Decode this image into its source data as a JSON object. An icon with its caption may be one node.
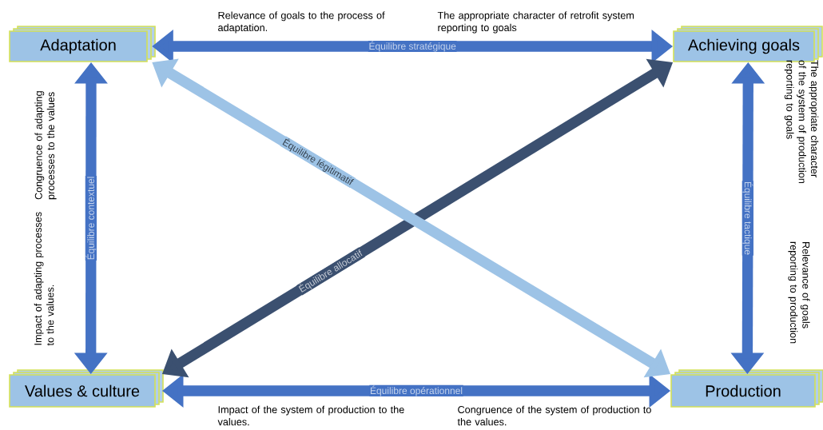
{
  "diagram": {
    "nodes": [
      {
        "text": [
          "Adaptation"
        ]
      },
      {
        "text": [
          "Achieving goals"
        ]
      },
      {
        "text": [
          "Values & culture"
        ]
      },
      {
        "text": [
          "Production"
        ]
      }
    ],
    "edges": [
      {
        "from": 0,
        "to": 1,
        "arrow": "both",
        "label": "Équilibre stratégique"
      },
      {
        "from": 0,
        "to": 2,
        "arrow": "both",
        "label": "Équilibre contextuel"
      },
      {
        "from": 1,
        "to": 3,
        "arrow": "both",
        "label": "Équilibre tactique"
      },
      {
        "from": 2,
        "to": 3,
        "arrow": "both",
        "label": "Équilibre opérationnel"
      },
      {
        "from": 2,
        "to": 1,
        "arrow": "both",
        "label": "Équilibre allocatif",
        "color": "#3b5070"
      },
      {
        "from": 3,
        "to": 0,
        "arrow": "both",
        "label": "Équilibre légitimatif",
        "color": "#9dc3e6"
      }
    ],
    "labels": [
      "Relevance of goals to the process of adaptation.",
      "The appropriate character of retrofit system reporting to goals",
      "Congruence of adapting processes to the values",
      "Impact of adapting processes to the values.",
      "The appropriate character of the system of production reporting to goals",
      "Relevance of goals reporting to production",
      "Impact of the system of production to the values.",
      "Congruence of the system of production to the values."
    ]
  }
}
